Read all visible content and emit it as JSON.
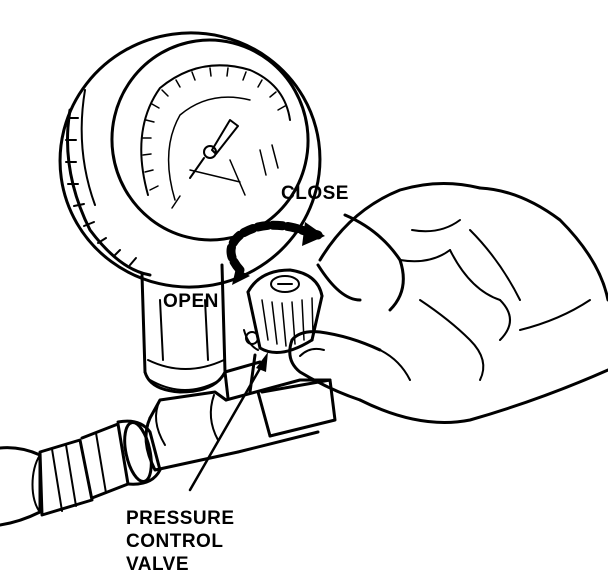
{
  "labels": {
    "close": "CLOSE",
    "open": "OPEN",
    "pressure_control_valve": [
      "PRESSURE",
      "CONTROL",
      "VALVE"
    ]
  },
  "colors": {
    "ink": "#000000",
    "paper": "#ffffff"
  }
}
